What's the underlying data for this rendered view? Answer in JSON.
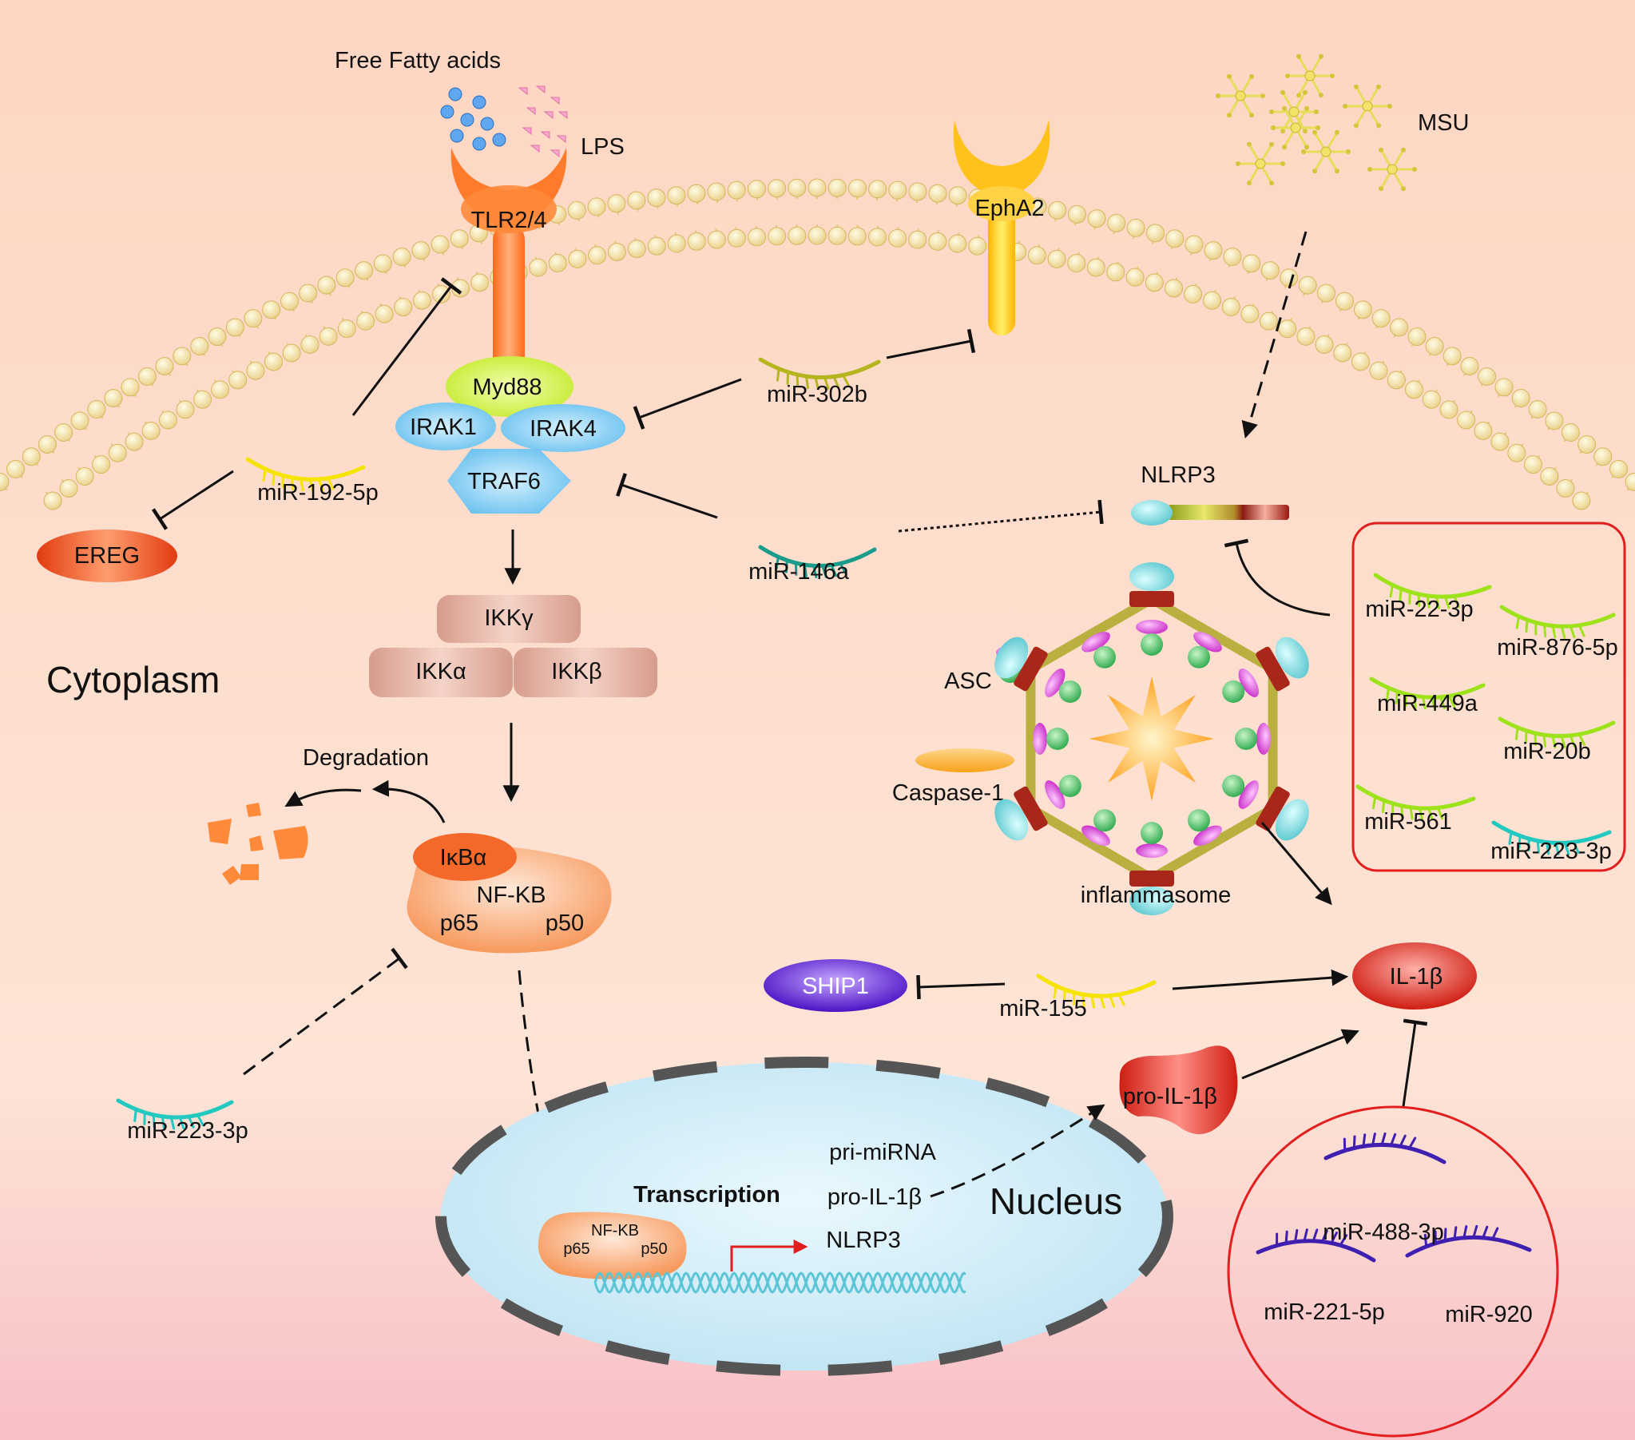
{
  "labels": {
    "free_fatty_acids": "Free Fatty acids",
    "lps": "LPS",
    "msu": "MSU",
    "tlr": "TLR2/4",
    "epha2": "EphA2",
    "myd88": "Myd88",
    "irak1": "IRAK1",
    "irak4": "IRAK4",
    "traf6": "TRAF6",
    "ikkg": "IKKγ",
    "ikka": "IKKα",
    "ikkb": "IKKβ",
    "cytoplasm": "Cytoplasm",
    "degradation": "Degradation",
    "ikba": "IκBα",
    "nfkb": "NF-KB",
    "p65": "p65",
    "p50": "p50",
    "ereg": "EREG",
    "nlrp3": "NLRP3",
    "asc": "ASC",
    "caspase1": "Caspase-1",
    "inflammasome": "inflammasome",
    "il1b": "IL-1β",
    "ship1": "SHIP1",
    "pro_il1b": "pro-IL-1β",
    "nucleus": "Nucleus",
    "transcription": "Transcription",
    "nuc_nfkb": "NF-KB",
    "nuc_p65": "p65",
    "nuc_p50": "p50",
    "pri_mirna": "pri-miRNA",
    "pro_il1b_gene": "pro-IL-1β",
    "nlrp3_gene": "NLRP3"
  },
  "mirnas": {
    "mir_192_5p": "miR-192-5p",
    "mir_302b": "miR-302b",
    "mir_146a": "miR-146a",
    "mir_223_3p_left": "miR-223-3p",
    "mir_155": "miR-155",
    "box_mirs": [
      "miR-22-3p",
      "miR-876-5p",
      "miR-449a",
      "miR-20b",
      "miR-561",
      "miR-223-3p"
    ],
    "circle_mirs": [
      "miR-488-3p",
      "miR-221-5p",
      "miR-920"
    ]
  },
  "colors": {
    "bg_top": "#fdd3c1",
    "bg_bottom": "#f9c2c6",
    "lipid": "#f3e2a8",
    "orange": "#ff7a2a",
    "myd88": "#d7f25b",
    "irak": "#7cc8ef",
    "ikk": "#dba596",
    "nfkb": "#f8a06c",
    "ereg": "#e84c1e",
    "il1b": "#d8251b",
    "ship1": "#5a1fcf",
    "mirna_yellow": "#f5e300",
    "mirna_olive": "#b5b520",
    "mirna_teal": "#1a9c8c",
    "mirna_cyan": "#22c9c0",
    "mirna_green": "#9ee21b",
    "mirna_purple": "#3f1fb0",
    "red_outline": "#e31e1e"
  }
}
